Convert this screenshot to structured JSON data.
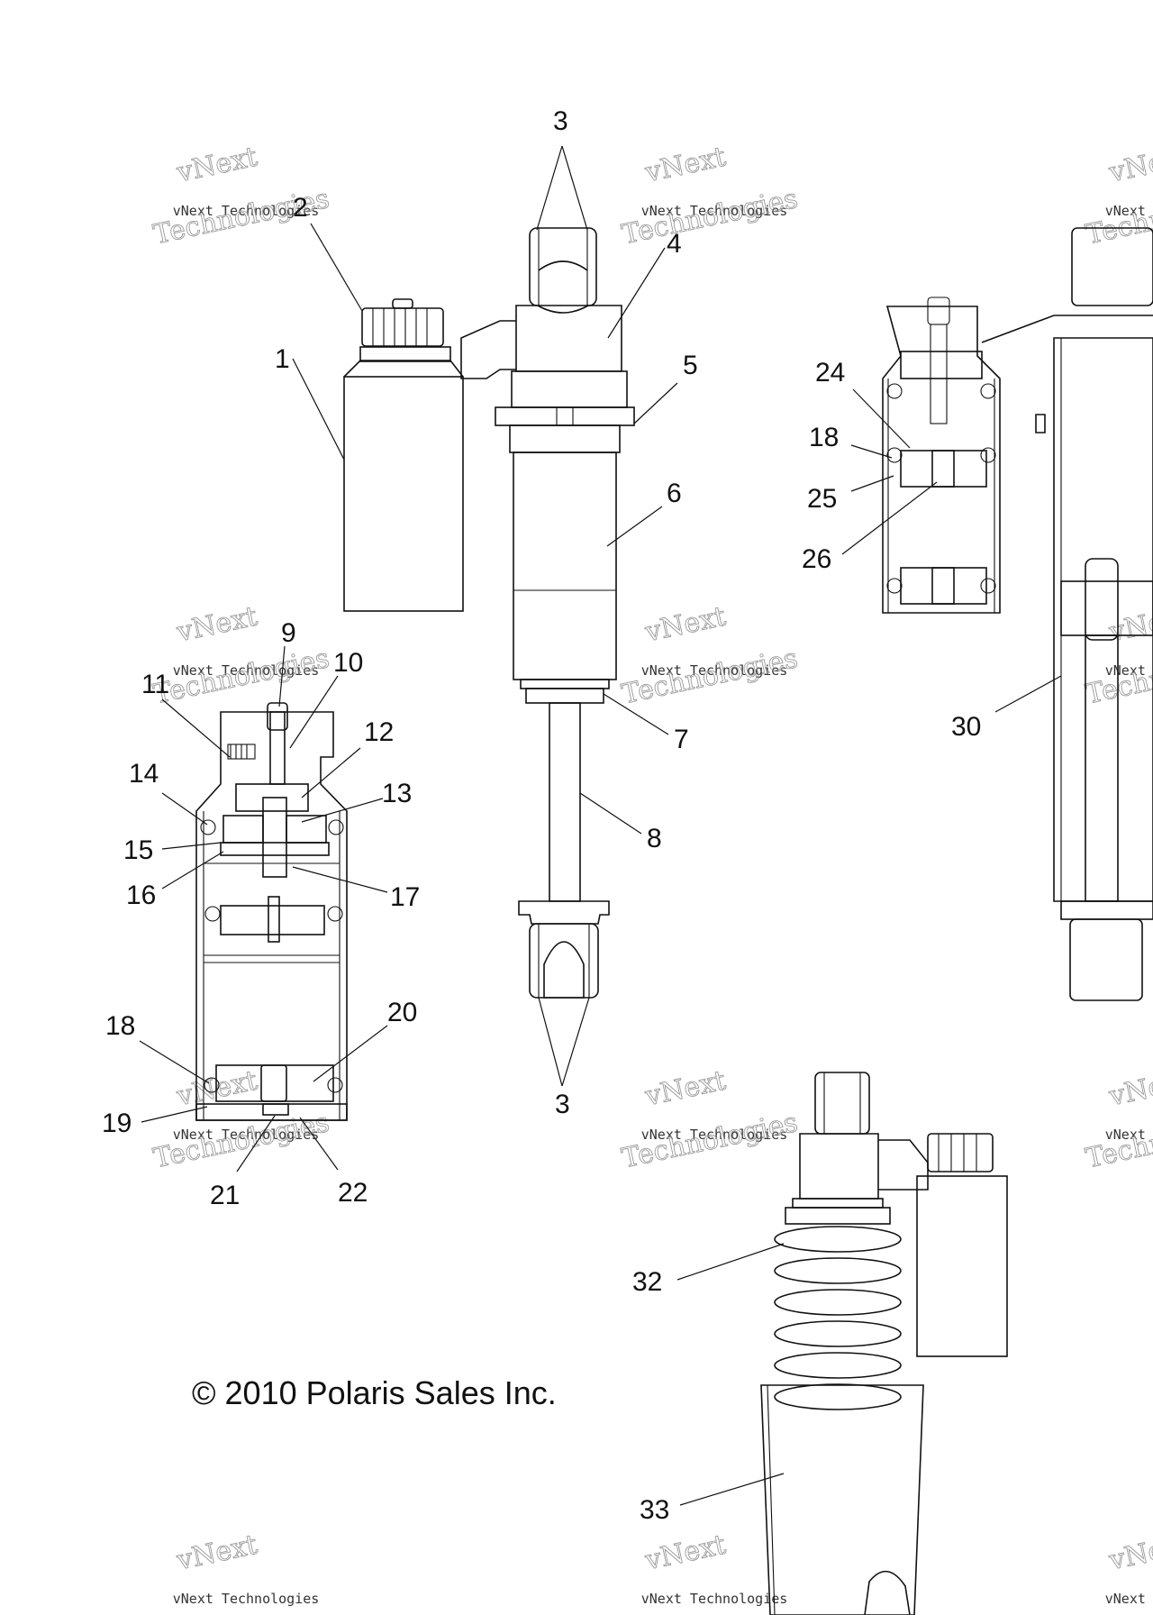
{
  "copyright": "© 2010 Polaris Sales Inc.",
  "watermark": {
    "line1": "vNext Technologies",
    "outline_top": "vNext",
    "outline_bottom": "Technologies"
  },
  "callouts": [
    "1",
    "2",
    "3",
    "4",
    "5",
    "6",
    "7",
    "8",
    "9",
    "10",
    "11",
    "12",
    "13",
    "14",
    "15",
    "16",
    "17",
    "18",
    "19",
    "20",
    "21",
    "22",
    "24",
    "25",
    "26",
    "30",
    "32",
    "33"
  ]
}
